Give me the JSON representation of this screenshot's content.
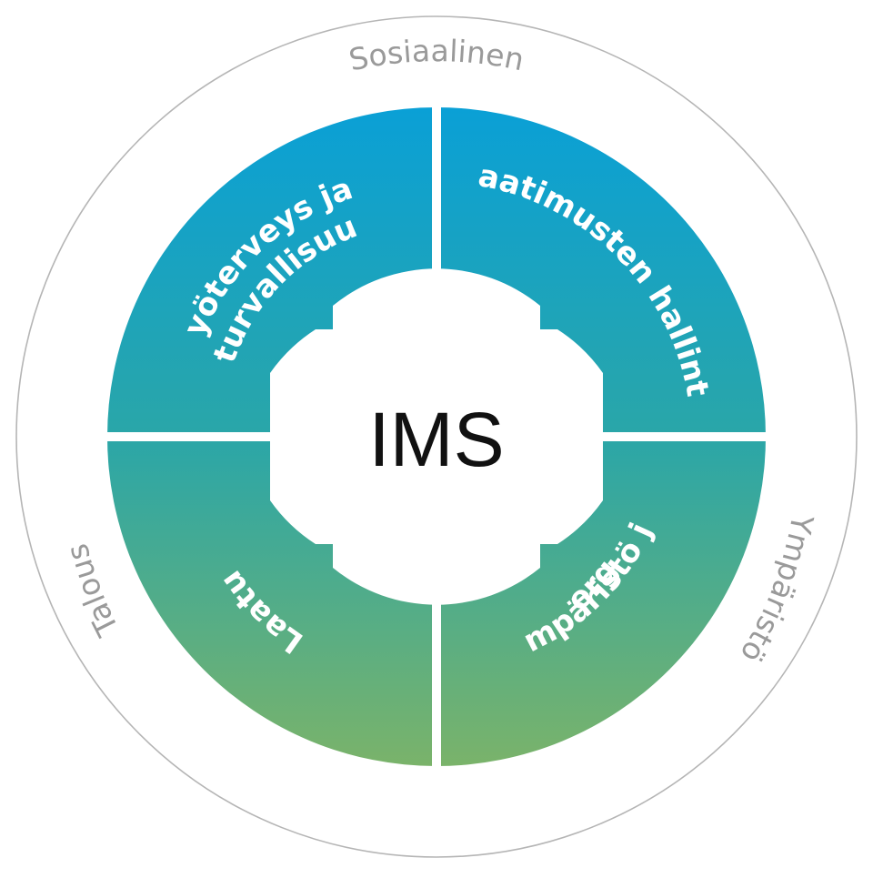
{
  "diagram": {
    "center": "IMS",
    "outer_labels": {
      "top": "Sosiaalinen",
      "left": "Talous",
      "right": "Ympäristö"
    },
    "quadrants": {
      "top_left": [
        "Työterveys ja",
        "-turvallisuus"
      ],
      "top_right": [
        "Vaatimusten hallinta"
      ],
      "bottom_left": [
        "Laatu"
      ],
      "bottom_right": [
        "Ympäristö ja",
        "energia"
      ]
    }
  },
  "colors": {
    "gradient_top": "#0aa0d6",
    "gradient_mid": "#2aa6a8",
    "gradient_bottom": "#7ab36a",
    "outer_ring_stroke": "#b5b5b5",
    "gap": "#ffffff"
  }
}
